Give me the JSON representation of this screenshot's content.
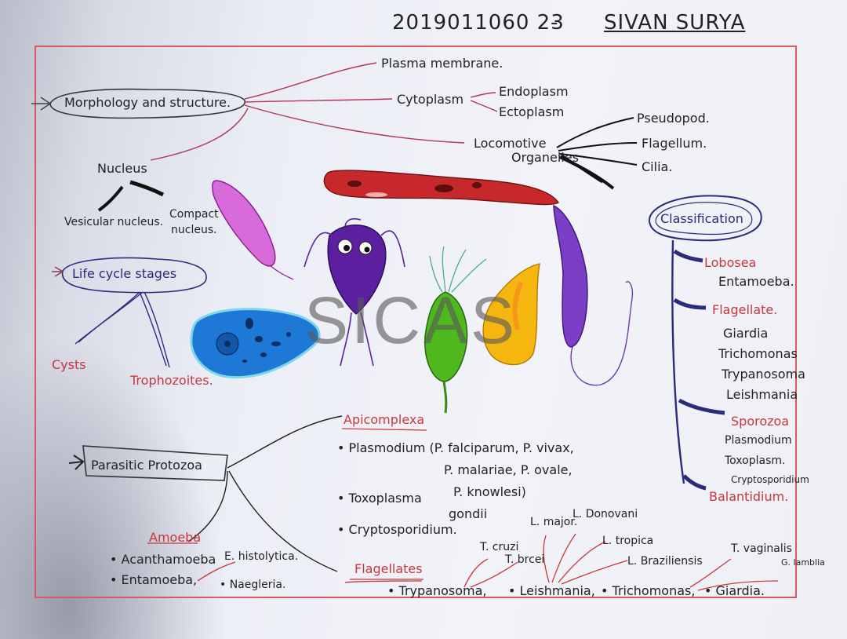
{
  "header": {
    "id": "2019011060 23",
    "dash": "-",
    "name": "SIVAN SURYA"
  },
  "morphology": {
    "title": "Morphology and structure.",
    "plasma_membrane": "Plasma membrane.",
    "cytoplasm": "Cytoplasm",
    "endoplasm": "Endoplasm",
    "ectoplasm": "Ectoplasm",
    "locomotive_1": "Locomotive",
    "locomotive_2": "Organelles",
    "pseudopod": "Pseudopod.",
    "flagellum": "Flagellum.",
    "cilia": "Cilia."
  },
  "nucleus": {
    "title": "Nucleus",
    "vesicular": "Vesicular nucleus.",
    "compact_1": "Compact",
    "compact_2": "nucleus."
  },
  "life_cycle": {
    "title": "Life cycle stages",
    "cysts": "Cysts",
    "trophozoites": "Trophozoites."
  },
  "classification": {
    "title": "Classification",
    "groups": [
      {
        "name": "Lobosea",
        "members": [
          "Entamoeba."
        ]
      },
      {
        "name": "Flagellate.",
        "members": [
          "Giardia",
          "Trichomonas",
          "Trypanosoma",
          "Leishmania"
        ]
      },
      {
        "name": "Sporozoa",
        "members": [
          "Plasmodium",
          "Toxoplasm.",
          "Cryptosporidium"
        ]
      },
      {
        "name": "Balantidium.",
        "members": []
      }
    ]
  },
  "parasitic": {
    "title": "Parasitic Protozoa",
    "apicomplexa": "Apicomplexa",
    "plasmodium_1": "• Plasmodium (P. falciparum, P. vivax,",
    "plasmodium_2": "P. malariae, P. ovale,",
    "plasmodium_3": "P. knowlesi)",
    "toxo_1": "• Toxoplasma",
    "toxo_2": "gondii",
    "crypto": "• Cryptosporidium.",
    "amoeba": "Amoeba",
    "acanthamoeba": "• Acanthamoeba",
    "entamoeba": "• Entamoeba,",
    "histolytica": "E. histolytica.",
    "naegleria": "• Naegleria.",
    "flagellates": "Flagellates",
    "trypanosoma": "• Trypanosoma,",
    "leishmania": "• Leishmania,",
    "trichomonas": "• Trichomonas,",
    "giardia": "• Giardia.",
    "t_cruzi": "T. cruzi",
    "t_brucei": "T. brcei",
    "l_major": "L. major.",
    "l_donovani": "L. Donovani",
    "l_tropica": "L. tropica",
    "l_braziliensis": "L. Braziliensis",
    "t_vaginalis": "T. vaginalis",
    "g_lamblia": "G. lamblia"
  },
  "watermark": "SICAS",
  "colors": {
    "frame": "#d85a60",
    "accent_red": "#c9363e",
    "accent_blue": "#2a2a7a",
    "rbc": "#c7282c",
    "trypanosome": "#7a3fc4",
    "giardia": "#5b1fa0",
    "blue_cell": "#1e78d6",
    "green_cell": "#4fb81f",
    "yellow_cell": "#f4b60f"
  }
}
